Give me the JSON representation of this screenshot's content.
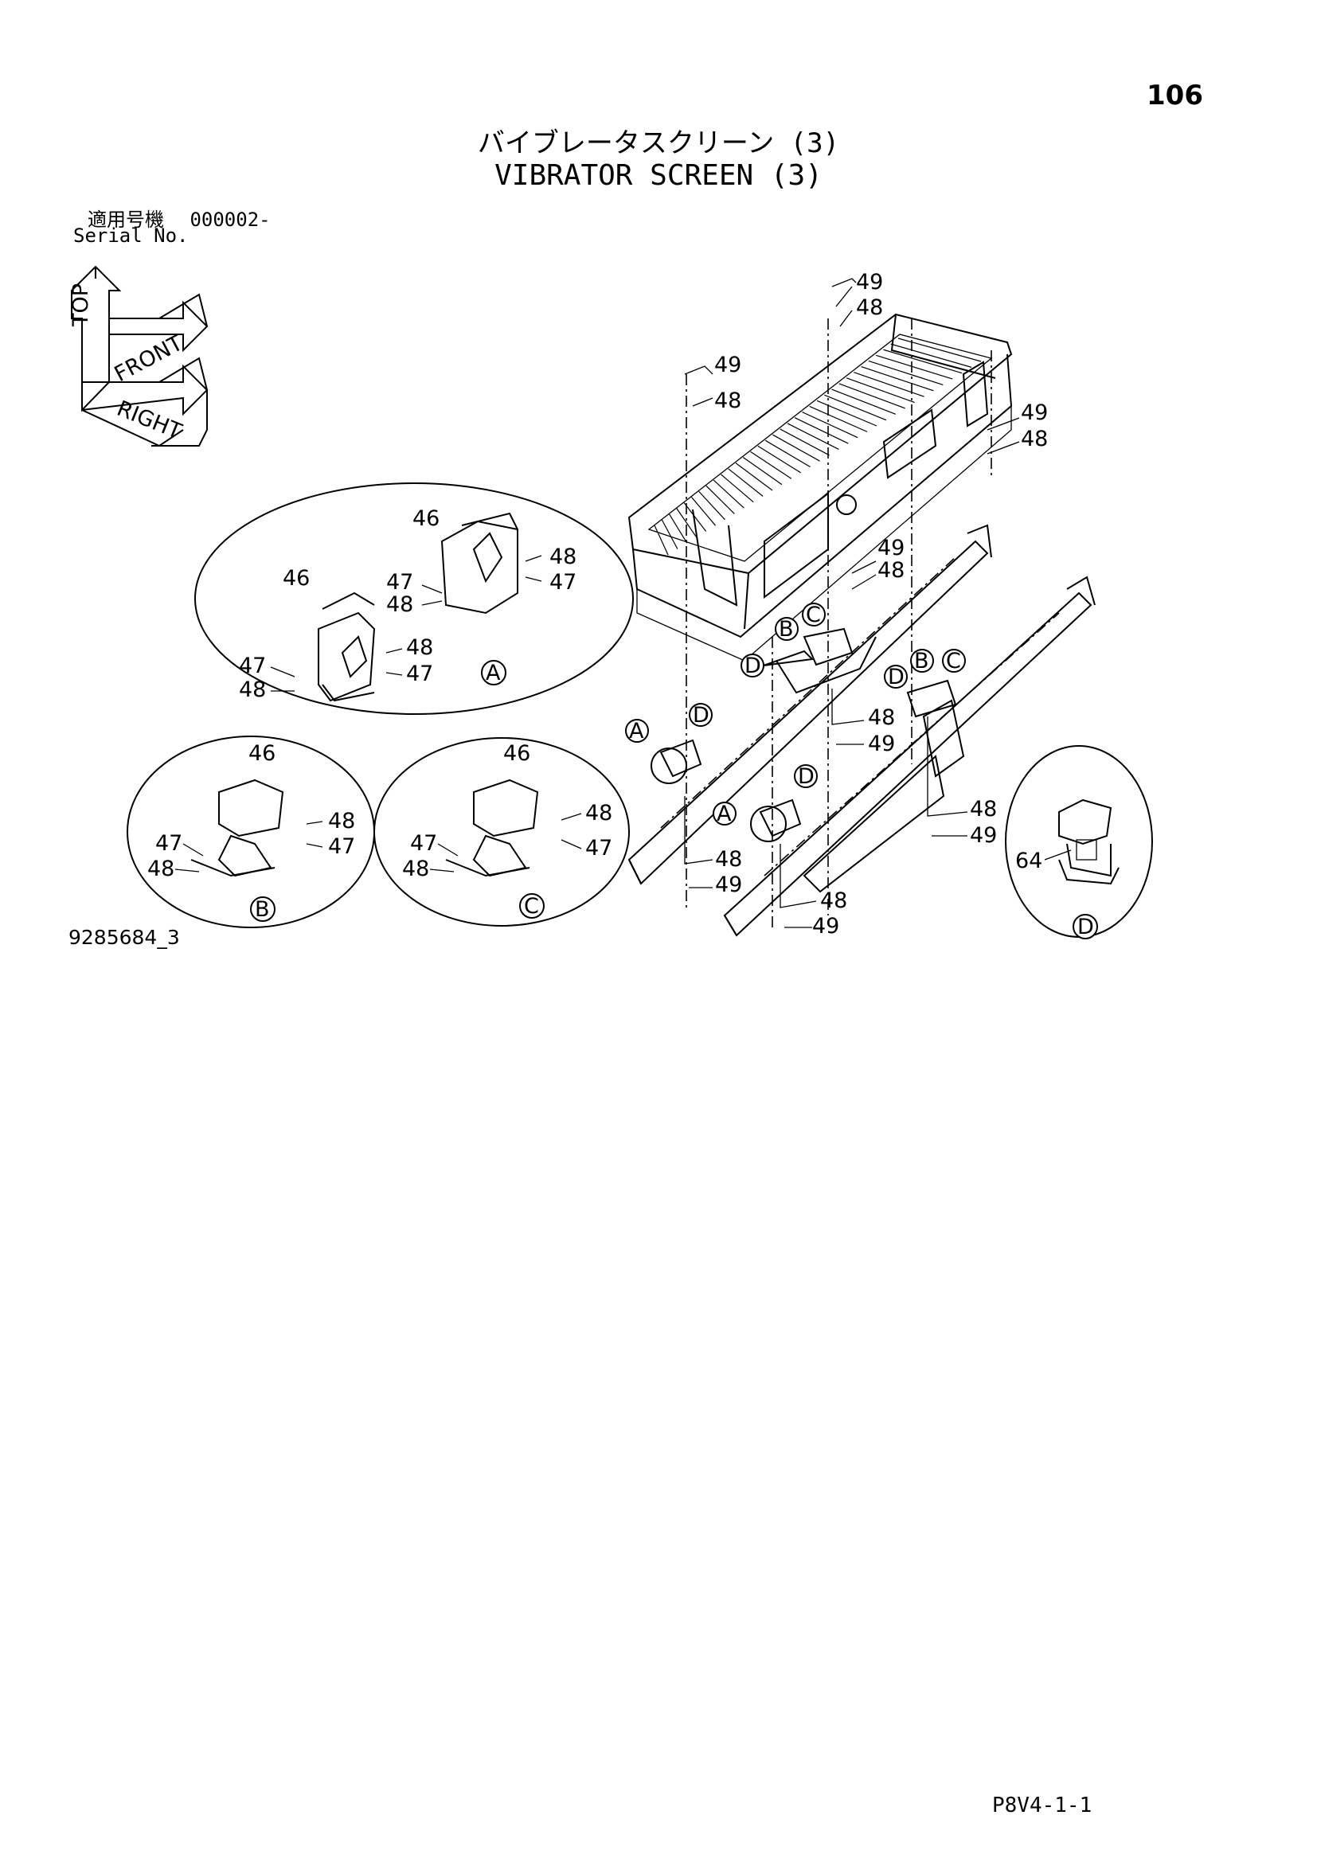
{
  "header": {
    "page_number": "106",
    "title_jp": "バイブレータスクリーン (3)",
    "title_en": "VIBRATOR SCREEN (3)",
    "serial_label_jp": "適用号機",
    "serial_value": "000002-",
    "serial_label_en": "Serial No."
  },
  "orientation": {
    "top": "TOP",
    "front": "FRONT",
    "right": "RIGHT"
  },
  "callouts": {
    "p46": "46",
    "p47": "47",
    "p48": "48",
    "p49": "49",
    "p64": "64"
  },
  "detail_labels": {
    "a": "A",
    "b": "B",
    "c": "C",
    "d": "D"
  },
  "footer": {
    "drawing_number": "9285684_3",
    "page_code": "P8V4-1-1"
  }
}
